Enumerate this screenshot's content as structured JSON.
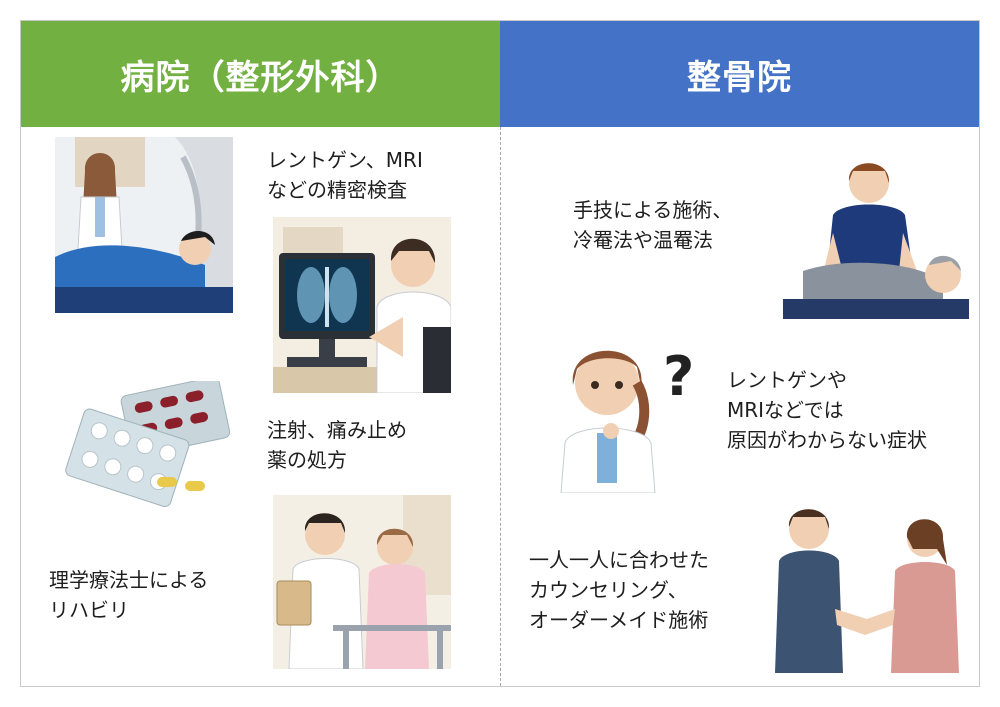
{
  "colors": {
    "hospital_header": "#73b042",
    "seikotsuin_header": "#4472c6",
    "text": "#1e1e1e",
    "border": "#c9c9c9"
  },
  "hospital": {
    "title": "病院（整形外科）",
    "items": [
      {
        "lines": [
          "レントゲン、MRI",
          "などの精密検査"
        ]
      },
      {
        "lines": [
          "注射、痛み止め",
          "薬の処方"
        ]
      },
      {
        "lines": [
          "理学療法士による",
          "リハビリ"
        ]
      }
    ]
  },
  "seikotsuin": {
    "title": "整骨院",
    "items": [
      {
        "lines": [
          "手技による施術、",
          "冷罨法や温罨法"
        ]
      },
      {
        "lines": [
          "レントゲンや",
          "MRIなどでは",
          "原因がわからない症状"
        ]
      },
      {
        "lines": [
          "一人一人に合わせた",
          "カウンセリング、",
          "オーダーメイド施術"
        ]
      }
    ]
  },
  "illustrations": {
    "mri_scan": "mri-patient-illustration",
    "xray_monitor": "xray-doctor-illustration",
    "pills": "pill-blister-illustration",
    "rehab": "rehabilitation-illustration",
    "massage": "manual-therapy-illustration",
    "question": "question-mark-icon",
    "handshake": "handshake-illustration"
  }
}
